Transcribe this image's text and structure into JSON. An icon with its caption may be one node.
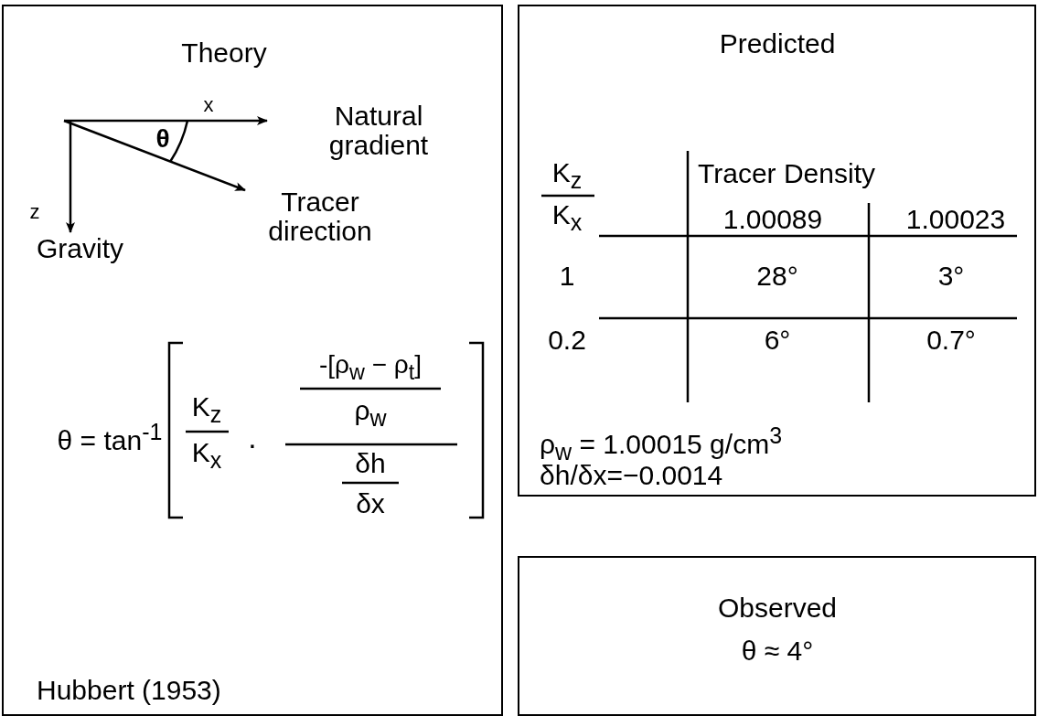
{
  "diagram": {
    "nodes": [
      {
        "text": [
          "Theory",
          "Hubbert (1953)"
        ]
      },
      {
        "text": [
          "Predicted"
        ]
      },
      {
        "text": [
          "Observed",
          "θ ≈ 4°"
        ]
      }
    ],
    "labels": [
      "x",
      "θ",
      "Natural gradient",
      "Tracer direction",
      "z",
      "Gravity",
      "θ = tan$^{-1}$",
      "K$_{z}$",
      "K$_{x}$",
      "·",
      "-[ρ$_{w}$ − ρ$_{t}$]",
      "ρ$_{w}$",
      "δh",
      "δx",
      "K$_{z}$",
      "K$_{x}$",
      "Tracer Density",
      "1.00089",
      "1.00023",
      "1",
      "28°",
      "3°",
      "0.2",
      "6°",
      "0.7°",
      "ρ$_{w}$ = 1.00015 g/cm$^{3}$",
      "δh/δx=−0.0014"
    ]
  }
}
